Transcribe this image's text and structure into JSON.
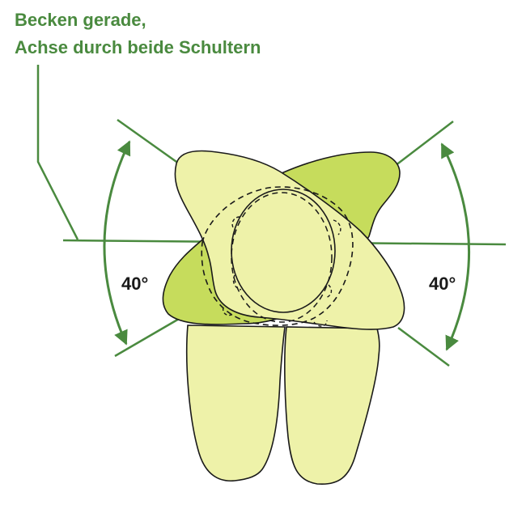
{
  "caption": {
    "line1": "Becken gerade,",
    "line2": "Achse durch beide Schultern"
  },
  "angles": {
    "left": "40°",
    "right": "40°"
  },
  "colors": {
    "line_green": "#4a8a3f",
    "body_light": "#eef2a9",
    "body_dark": "#c6dc5c",
    "outline": "#1a1a1a",
    "label_text": "#1a1a1a"
  }
}
